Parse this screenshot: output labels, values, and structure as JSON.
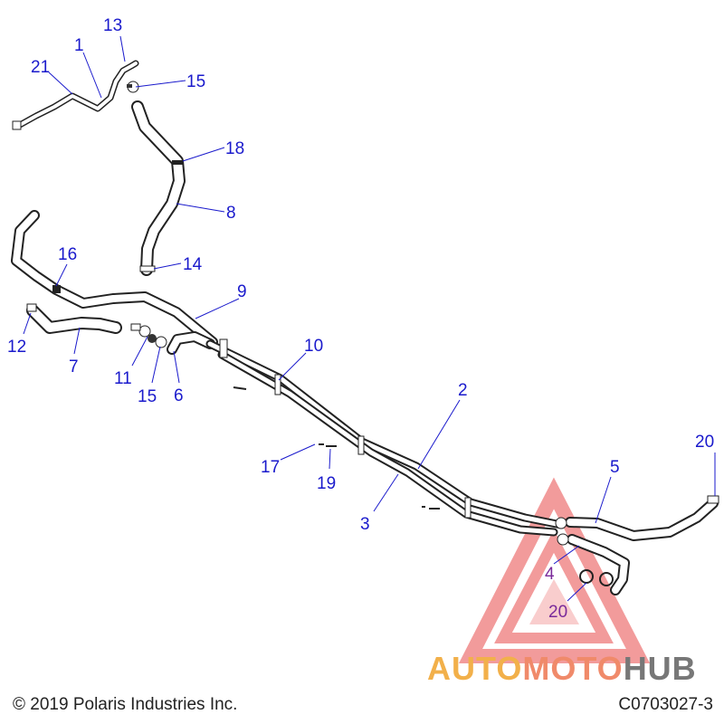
{
  "diagram": {
    "callouts": [
      {
        "id": "c13",
        "label": "13"
      },
      {
        "id": "c1",
        "label": "1"
      },
      {
        "id": "c21",
        "label": "21"
      },
      {
        "id": "c15a",
        "label": "15"
      },
      {
        "id": "c18",
        "label": "18"
      },
      {
        "id": "c8",
        "label": "8"
      },
      {
        "id": "c16",
        "label": "16"
      },
      {
        "id": "c14",
        "label": "14"
      },
      {
        "id": "c9",
        "label": "9"
      },
      {
        "id": "c12",
        "label": "12"
      },
      {
        "id": "c7",
        "label": "7"
      },
      {
        "id": "c10",
        "label": "10"
      },
      {
        "id": "c11",
        "label": "11"
      },
      {
        "id": "c15b",
        "label": "15"
      },
      {
        "id": "c6",
        "label": "6"
      },
      {
        "id": "c2",
        "label": "2"
      },
      {
        "id": "c20a",
        "label": "20"
      },
      {
        "id": "c5",
        "label": "5"
      },
      {
        "id": "c17",
        "label": "17"
      },
      {
        "id": "c19",
        "label": "19"
      },
      {
        "id": "c3",
        "label": "3"
      },
      {
        "id": "c4",
        "label": "4"
      },
      {
        "id": "c20b",
        "label": "20"
      }
    ]
  },
  "footer": {
    "copyright": "© 2019 Polaris Industries Inc.",
    "figure_code": "C0703027-3"
  },
  "watermark": {
    "part_a": "AUTO",
    "part_b": "MOTO",
    "part_c": "HUB",
    "colors": {
      "auto": "#f2b04a",
      "moto": "#f08a6a",
      "hub": "#777777",
      "triangle": "#e84a4a"
    }
  }
}
